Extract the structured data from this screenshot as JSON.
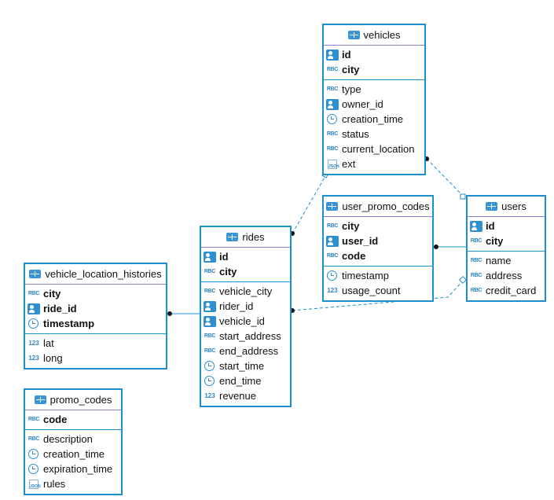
{
  "colors": {
    "border": "#1c8fcf",
    "link": "#1c8fcf",
    "header_divider": "#8a7fd6"
  },
  "tables": [
    {
      "name": "vehicles",
      "keys": [
        {
          "name": "id",
          "type": "key"
        },
        {
          "name": "city",
          "type": "text"
        }
      ],
      "columns": [
        {
          "name": "type",
          "type": "text"
        },
        {
          "name": "owner_id",
          "type": "key"
        },
        {
          "name": "creation_time",
          "type": "time"
        },
        {
          "name": "status",
          "type": "text"
        },
        {
          "name": "current_location",
          "type": "text"
        },
        {
          "name": "ext",
          "type": "json"
        }
      ]
    },
    {
      "name": "users",
      "keys": [
        {
          "name": "id",
          "type": "key"
        },
        {
          "name": "city",
          "type": "text"
        }
      ],
      "columns": [
        {
          "name": "name",
          "type": "text"
        },
        {
          "name": "address",
          "type": "text"
        },
        {
          "name": "credit_card",
          "type": "text"
        }
      ]
    },
    {
      "name": "user_promo_codes",
      "keys": [
        {
          "name": "city",
          "type": "text"
        },
        {
          "name": "user_id",
          "type": "key"
        },
        {
          "name": "code",
          "type": "text"
        }
      ],
      "columns": [
        {
          "name": "timestamp",
          "type": "time"
        },
        {
          "name": "usage_count",
          "type": "number"
        }
      ]
    },
    {
      "name": "rides",
      "keys": [
        {
          "name": "id",
          "type": "key"
        },
        {
          "name": "city",
          "type": "text"
        }
      ],
      "columns": [
        {
          "name": "vehicle_city",
          "type": "text"
        },
        {
          "name": "rider_id",
          "type": "key"
        },
        {
          "name": "vehicle_id",
          "type": "key"
        },
        {
          "name": "start_address",
          "type": "text"
        },
        {
          "name": "end_address",
          "type": "text"
        },
        {
          "name": "start_time",
          "type": "time"
        },
        {
          "name": "end_time",
          "type": "time"
        },
        {
          "name": "revenue",
          "type": "number"
        }
      ]
    },
    {
      "name": "vehicle_location_histories",
      "keys": [
        {
          "name": "city",
          "type": "text"
        },
        {
          "name": "ride_id",
          "type": "key"
        },
        {
          "name": "timestamp",
          "type": "time"
        }
      ],
      "columns": [
        {
          "name": "lat",
          "type": "number"
        },
        {
          "name": "long",
          "type": "number"
        }
      ]
    },
    {
      "name": "promo_codes",
      "keys": [
        {
          "name": "code",
          "type": "text"
        }
      ],
      "columns": [
        {
          "name": "description",
          "type": "text"
        },
        {
          "name": "creation_time",
          "type": "time"
        },
        {
          "name": "expiration_time",
          "type": "time"
        },
        {
          "name": "rules",
          "type": "json"
        }
      ]
    }
  ],
  "icon_labels": {
    "text": "RBC",
    "number": "123",
    "json": "JSON"
  },
  "relationships": [
    {
      "from": "rides",
      "to": "vehicles",
      "style": "dashed"
    },
    {
      "from": "vehicles",
      "to": "users",
      "style": "dashed"
    },
    {
      "from": "user_promo_codes",
      "to": "users",
      "style": "solid"
    },
    {
      "from": "rides",
      "to": "users",
      "style": "dashed"
    },
    {
      "from": "vehicle_location_histories",
      "to": "rides",
      "style": "solid"
    }
  ]
}
